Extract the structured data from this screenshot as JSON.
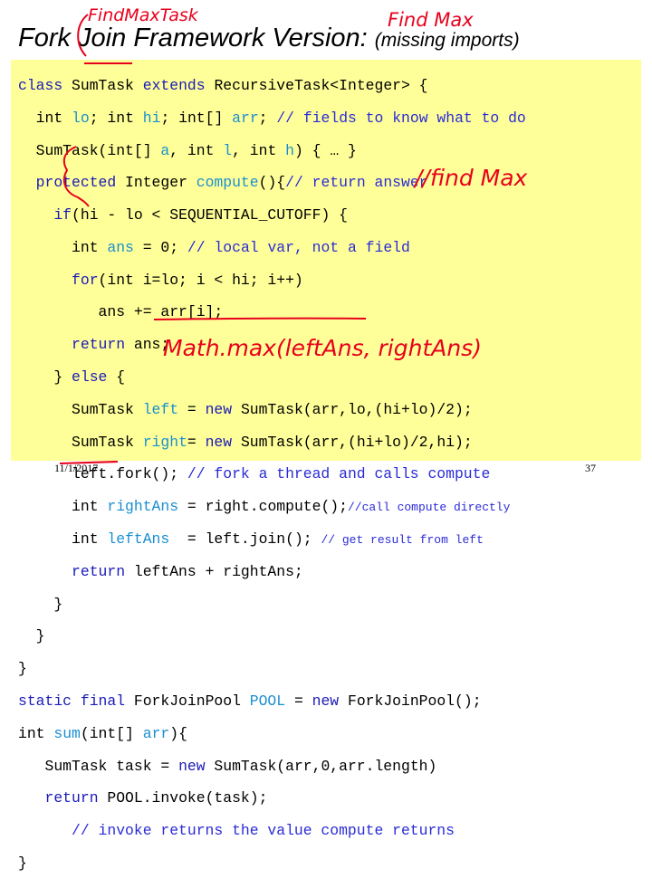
{
  "slide": {
    "title": "Fork Join Framework Version:",
    "subtitle": "(missing imports)",
    "date": "11/1/2017",
    "page_number": "37"
  },
  "annotations": {
    "find_max_task": "FindMaxTask",
    "find_max": "Find Max",
    "find_max_comment": "//find Max",
    "math_max": "Math.max(leftAns, rightAns)"
  },
  "code": {
    "l1": {
      "a": "class ",
      "b": "SumTask ",
      "c": "extends ",
      "d": "RecursiveTask<Integer> {"
    },
    "l2": {
      "a": "  int ",
      "b": "lo",
      "c": "; int ",
      "d": "hi",
      "e": "; int[] ",
      "f": "arr",
      "g": "; ",
      "h": "// fields to know what to do"
    },
    "l3": {
      "a": "  SumTask(int[] ",
      "b": "a",
      "c": ", int ",
      "d": "l",
      "e": ", int ",
      "f": "h",
      "g": ") { … }"
    },
    "l4": {
      "a": "  protected ",
      "b": "Integer ",
      "c": "compute",
      "d": "(){",
      "e": "// return answer"
    },
    "l5": {
      "a": "    if",
      "b": "(hi - lo < SEQUENTIAL_CUTOFF) {"
    },
    "l6": {
      "a": "      int ",
      "b": "ans",
      "c": " = 0; ",
      "d": "// local var, not a field"
    },
    "l7": {
      "a": "      for",
      "b": "(int i=lo; i < hi; i++)"
    },
    "l8": {
      "a": "         ans += arr[i];"
    },
    "l9": {
      "a": "      return ",
      "b": "ans;"
    },
    "l10": {
      "a": "    } ",
      "b": "else ",
      "c": "{"
    },
    "l11": {
      "a": "      SumTask ",
      "b": "left",
      "c": " = ",
      "d": "new ",
      "e": "SumTask(arr,lo,(hi+lo)/2);"
    },
    "l12": {
      "a": "      SumTask ",
      "b": "right",
      "c": "= ",
      "d": "new ",
      "e": "SumTask(arr,(hi+lo)/2,hi);"
    },
    "l13": {
      "a": "      left.fork(); ",
      "b": "// fork a thread and calls compute"
    },
    "l14": {
      "a": "      int ",
      "b": "rightAns",
      "c": " = right.compute();",
      "d": "//call compute directly"
    },
    "l15": {
      "a": "      int ",
      "b": "leftAns",
      "c": "  = left.join(); ",
      "d": "// get result from left"
    },
    "l16": {
      "a": "      return ",
      "b": "leftAns + rightAns;"
    },
    "l17": {
      "a": "    }"
    },
    "l18": {
      "a": "  }"
    },
    "l19": {
      "a": "}"
    },
    "l20": {
      "a": "static final ",
      "b": "ForkJoinPool ",
      "c": "POOL",
      "d": " = ",
      "e": "new ",
      "f": "ForkJoinPool();"
    },
    "l21": {
      "a": "int ",
      "b": "sum",
      "c": "(int[] ",
      "d": "arr",
      "e": "){"
    },
    "l22": {
      "a": "   SumTask task = ",
      "b": "new ",
      "c": "SumTask(arr,0,arr.length)"
    },
    "l23": {
      "a": "   return ",
      "b": "POOL.invoke(task);"
    },
    "l24": {
      "a": "      // invoke returns the value compute returns"
    },
    "l25": {
      "a": "}"
    }
  },
  "colors": {
    "highlight": "#ffff99",
    "keyword": "#1a1ab8",
    "identifier": "#1a8fd0",
    "comment": "#2b2bd6",
    "ink": "#e8001c"
  }
}
